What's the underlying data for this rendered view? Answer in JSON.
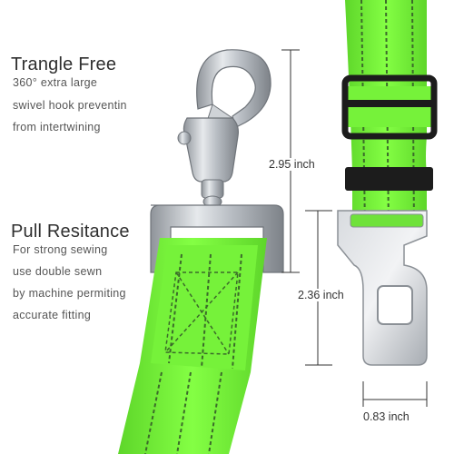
{
  "features": [
    {
      "title": "Trangle Free",
      "lines": [
        "360° extra large",
        "swivel hook preventin",
        "from intertwining"
      ]
    },
    {
      "title": "Pull Resitance",
      "lines": [
        "For strong sewing",
        "use double sewn",
        "by machine permiting",
        "accurate fitting"
      ]
    }
  ],
  "dimensions": {
    "hook_length": "2.95 inch",
    "buckle_length": "2.36 inch",
    "buckle_width": "0.83 inch"
  },
  "colors": {
    "strap_green": "#7cfc3a",
    "strap_dark_green": "#5fd82a",
    "stitch": "#3b6b2a",
    "metal": "#c9cdd2",
    "metal_dark": "#8b9096",
    "buckle_black": "#1c1c1c"
  }
}
